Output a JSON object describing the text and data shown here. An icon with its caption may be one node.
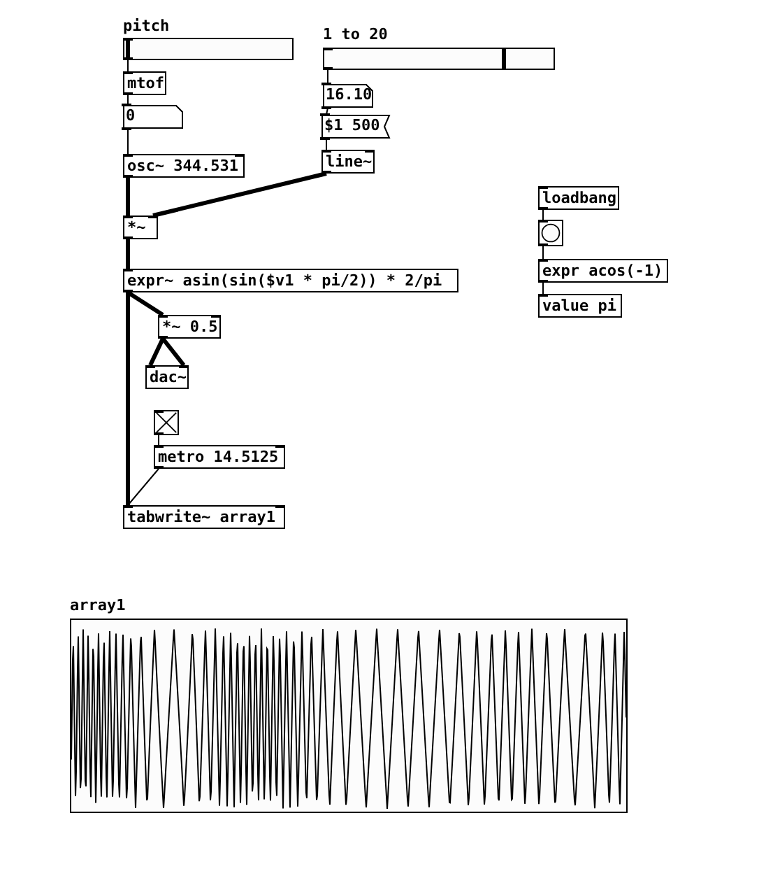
{
  "diagram": {
    "nodes": [
      {
        "text": [
          "pitch"
        ]
      },
      {
        "text": [
          "mtof"
        ]
      },
      {
        "text": [
          "0"
        ]
      },
      {
        "text": [
          "osc~ 344.531"
        ]
      },
      {
        "text": [
          "1 to 20"
        ]
      },
      {
        "text": [
          "16.10"
        ]
      },
      {
        "text": [
          "$1 500"
        ]
      },
      {
        "text": [
          "line~"
        ]
      },
      {
        "text": [
          "*~"
        ]
      },
      {
        "text": [
          "expr~ asin(sin($v1 * pi/2)) * 2/pi"
        ]
      },
      {
        "text": [
          "*~ 0.5"
        ]
      },
      {
        "text": [
          "dac~"
        ]
      },
      {
        "text": [],
        "shape": "box"
      },
      {
        "text": [
          "metro 14.5125"
        ]
      },
      {
        "text": [
          "tabwrite~ array1"
        ]
      },
      {
        "text": [
          "loadbang"
        ]
      },
      {
        "text": [],
        "shape": "circle"
      },
      {
        "text": [
          "expr acos(-1)"
        ]
      },
      {
        "text": [
          "value pi"
        ]
      },
      {
        "text": [
          "array1"
        ]
      }
    ],
    "edges": [
      {
        "from": 0,
        "to": 1,
        "arrow": "none"
      },
      {
        "from": 1,
        "to": 2,
        "arrow": "none"
      },
      {
        "from": 2,
        "to": 3,
        "arrow": "none"
      },
      {
        "from": 3,
        "to": 8,
        "arrow": "none",
        "style": "thick"
      },
      {
        "from": 4,
        "to": 5,
        "arrow": "none"
      },
      {
        "from": 5,
        "to": 6,
        "arrow": "none"
      },
      {
        "from": 6,
        "to": 7,
        "arrow": "none"
      },
      {
        "from": 7,
        "to": 8,
        "arrow": "none",
        "style": "thick"
      },
      {
        "from": 8,
        "to": 9,
        "arrow": "none",
        "style": "thick"
      },
      {
        "from": 9,
        "to": 10,
        "arrow": "none",
        "style": "thick"
      },
      {
        "from": 10,
        "to": 11,
        "arrow": "none",
        "style": "thick"
      },
      {
        "from": 10,
        "to": 11,
        "arrow": "none",
        "style": "thick"
      },
      {
        "from": 9,
        "to": 14,
        "arrow": "none",
        "style": "thick"
      },
      {
        "from": 12,
        "to": 13,
        "arrow": "none"
      },
      {
        "from": 13,
        "to": 14,
        "arrow": "none"
      },
      {
        "from": 15,
        "to": 16,
        "arrow": "none"
      },
      {
        "from": 16,
        "to": 17,
        "arrow": "none"
      },
      {
        "from": 17,
        "to": 18,
        "arrow": "none"
      }
    ]
  }
}
